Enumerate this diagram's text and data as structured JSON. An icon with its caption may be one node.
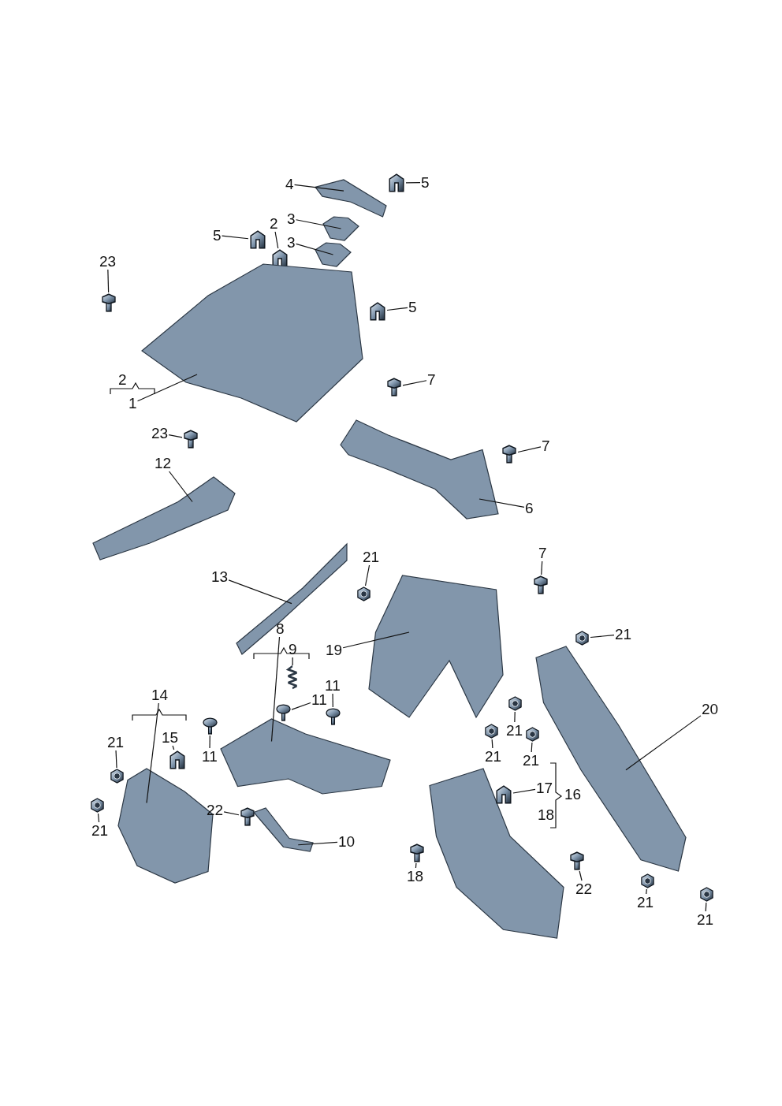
{
  "diagram": {
    "nodes": [
      {
        "text": [
          "4"
        ]
      },
      {
        "text": [],
        "shape": "picture"
      },
      {
        "text": [
          "5"
        ]
      },
      {
        "text": [],
        "shape": "picture"
      },
      {
        "text": [
          "3"
        ]
      },
      {
        "text": [],
        "shape": "picture"
      },
      {
        "text": [
          "3"
        ]
      },
      {
        "text": [],
        "shape": "picture"
      },
      {
        "text": [
          "5"
        ]
      },
      {
        "text": [],
        "shape": "picture"
      },
      {
        "text": [
          "2"
        ]
      },
      {
        "text": [],
        "shape": "picture"
      },
      {
        "text": [
          "23"
        ]
      },
      {
        "text": [],
        "shape": "picture"
      },
      {
        "text": [],
        "shape": "picture"
      },
      {
        "text": [
          "5"
        ]
      },
      {
        "text": [],
        "shape": "picture"
      },
      {
        "text": [
          "1"
        ]
      },
      {
        "text": [
          "23"
        ]
      },
      {
        "text": [],
        "shape": "picture"
      },
      {
        "text": [
          "7"
        ]
      },
      {
        "text": [],
        "shape": "picture"
      },
      {
        "text": [
          "7"
        ]
      },
      {
        "text": [],
        "shape": "picture"
      },
      {
        "text": [],
        "shape": "picture"
      },
      {
        "text": [
          "6"
        ]
      },
      {
        "text": [
          "12"
        ]
      },
      {
        "text": [],
        "shape": "picture"
      },
      {
        "text": [
          "7"
        ]
      },
      {
        "text": [],
        "shape": "picture"
      },
      {
        "text": [
          "21"
        ]
      },
      {
        "text": [],
        "shape": "picture"
      },
      {
        "text": [
          "13"
        ]
      },
      {
        "text": [],
        "shape": "picture"
      },
      {
        "text": [
          "19"
        ]
      },
      {
        "text": [],
        "shape": "picture"
      },
      {
        "text": [
          "21"
        ]
      },
      {
        "text": [],
        "shape": "picture"
      },
      {
        "text": [
          "8"
        ]
      },
      {
        "text": [
          "9"
        ]
      },
      {
        "text": [],
        "shape": "picture"
      },
      {
        "text": [],
        "shape": "picture"
      },
      {
        "text": [
          "11"
        ]
      },
      {
        "text": [],
        "shape": "picture"
      },
      {
        "text": [
          "11"
        ]
      },
      {
        "text": [],
        "shape": "picture"
      },
      {
        "text": [
          "20"
        ]
      },
      {
        "text": [],
        "shape": "picture"
      },
      {
        "text": [
          "14"
        ]
      },
      {
        "text": [
          "15"
        ]
      },
      {
        "text": [],
        "shape": "picture"
      },
      {
        "text": [],
        "shape": "picture"
      },
      {
        "text": [
          "21"
        ]
      },
      {
        "text": [],
        "shape": "picture"
      },
      {
        "text": [
          "11"
        ]
      },
      {
        "text": [],
        "shape": "picture"
      },
      {
        "text": [
          "21"
        ]
      },
      {
        "text": [],
        "shape": "picture"
      },
      {
        "text": [
          "21"
        ]
      },
      {
        "text": [],
        "shape": "picture"
      },
      {
        "text": [
          "21"
        ]
      },
      {
        "text": [],
        "shape": "picture"
      },
      {
        "text": [
          "17"
        ]
      },
      {
        "text": [],
        "shape": "picture"
      },
      {
        "text": [
          "22"
        ]
      },
      {
        "text": [],
        "shape": "picture"
      },
      {
        "text": [
          "21"
        ]
      },
      {
        "text": [],
        "shape": "picture"
      },
      {
        "text": [
          "10"
        ]
      },
      {
        "text": [],
        "shape": "picture"
      },
      {
        "text": [
          "18"
        ]
      },
      {
        "text": [],
        "shape": "picture"
      },
      {
        "text": [
          "22"
        ]
      },
      {
        "text": [],
        "shape": "picture"
      },
      {
        "text": [
          "21"
        ]
      },
      {
        "text": [],
        "shape": "picture"
      },
      {
        "text": [
          "21"
        ]
      },
      {
        "text": [],
        "shape": "picture"
      }
    ],
    "edges": [
      {
        "from": 0,
        "to": 1,
        "arrow": "none"
      },
      {
        "from": 2,
        "to": 3,
        "arrow": "none"
      },
      {
        "from": 4,
        "to": 5,
        "arrow": "none"
      },
      {
        "from": 6,
        "to": 7,
        "arrow": "none"
      },
      {
        "from": 8,
        "to": 9,
        "arrow": "none"
      },
      {
        "from": 10,
        "to": 11,
        "arrow": "none"
      },
      {
        "from": 12,
        "to": 13,
        "arrow": "none"
      },
      {
        "from": 15,
        "to": 16,
        "arrow": "none"
      },
      {
        "from": 17,
        "to": 14,
        "arrow": "none"
      },
      {
        "from": 18,
        "to": 19,
        "arrow": "none"
      },
      {
        "from": 20,
        "to": 21,
        "arrow": "none"
      },
      {
        "from": 22,
        "to": 23,
        "arrow": "none"
      },
      {
        "from": 25,
        "to": 24,
        "arrow": "none"
      },
      {
        "from": 26,
        "to": 27,
        "arrow": "none"
      },
      {
        "from": 28,
        "to": 29,
        "arrow": "none"
      },
      {
        "from": 30,
        "to": 31,
        "arrow": "none"
      },
      {
        "from": 32,
        "to": 33,
        "arrow": "none"
      },
      {
        "from": 34,
        "to": 35,
        "arrow": "none"
      },
      {
        "from": 36,
        "to": 37,
        "arrow": "none"
      },
      {
        "from": 38,
        "to": 41,
        "arrow": "none"
      },
      {
        "from": 39,
        "to": 40,
        "arrow": "none"
      },
      {
        "from": 42,
        "to": 43,
        "arrow": "none"
      },
      {
        "from": 44,
        "to": 45,
        "arrow": "none"
      },
      {
        "from": 46,
        "to": 47,
        "arrow": "none"
      },
      {
        "from": 48,
        "to": 51,
        "arrow": "none"
      },
      {
        "from": 49,
        "to": 50,
        "arrow": "none"
      },
      {
        "from": 52,
        "to": 53,
        "arrow": "none"
      },
      {
        "from": 54,
        "to": 55,
        "arrow": "none"
      },
      {
        "from": 56,
        "to": 57,
        "arrow": "none"
      },
      {
        "from": 58,
        "to": 59,
        "arrow": "none"
      },
      {
        "from": 60,
        "to": 61,
        "arrow": "none"
      },
      {
        "from": 62,
        "to": 63,
        "arrow": "none"
      },
      {
        "from": 64,
        "to": 65,
        "arrow": "none"
      },
      {
        "from": 66,
        "to": 67,
        "arrow": "none"
      },
      {
        "from": 68,
        "to": 69,
        "arrow": "none"
      },
      {
        "from": 70,
        "to": 71,
        "arrow": "none"
      },
      {
        "from": 72,
        "to": 73,
        "arrow": "none"
      },
      {
        "from": 74,
        "to": 75,
        "arrow": "none"
      },
      {
        "from": 76,
        "to": 77,
        "arrow": "none"
      }
    ],
    "labels": [
      "2",
      "16",
      "18"
    ]
  }
}
